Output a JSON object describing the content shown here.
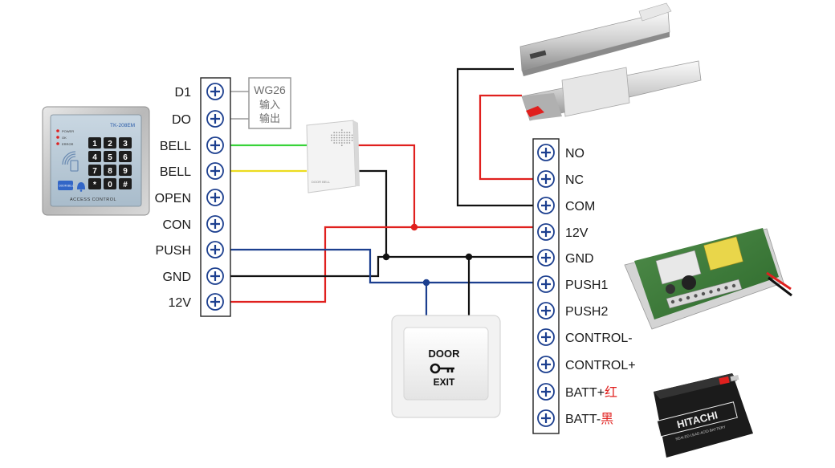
{
  "keypad": {
    "brand": "TK-208EM",
    "status_leds": [
      "POWER",
      "OK",
      "ERROR"
    ],
    "keys": [
      "1",
      "2",
      "3",
      "4",
      "5",
      "6",
      "7",
      "8",
      "9",
      "*",
      "0",
      "#"
    ],
    "doorbell_label": "DOOR BELL",
    "footer": "ACCESS CONTROL"
  },
  "left_terminals": [
    "D1",
    "DO",
    "BELL",
    "BELL",
    "OPEN",
    "CON",
    "PUSH",
    "GND",
    "12V"
  ],
  "wg26": {
    "line1": "WG26",
    "line2": "输入",
    "line3": "输出"
  },
  "doorbell_device": {
    "label": "DOOR BELL"
  },
  "exit_button": {
    "line1": "DOOR",
    "line2": "EXIT",
    "icon": "key-icon"
  },
  "right_terminals": [
    {
      "name": "NO",
      "note": ""
    },
    {
      "name": "NC",
      "note": ""
    },
    {
      "name": "COM",
      "note": ""
    },
    {
      "name": "12V",
      "note": ""
    },
    {
      "name": "GND",
      "note": ""
    },
    {
      "name": "PUSH1",
      "note": ""
    },
    {
      "name": "PUSH2",
      "note": ""
    },
    {
      "name": "CONTROL-",
      "note": ""
    },
    {
      "name": "CONTROL+",
      "note": ""
    },
    {
      "name": "BATT+",
      "note": "红"
    },
    {
      "name": "BATT-",
      "note": "黑"
    }
  ],
  "battery": {
    "brand": "HITACHI",
    "subtitle": "SEALED LEAD ACID BATTERY"
  },
  "colors": {
    "red": "#e0201e",
    "black": "#111111",
    "blue": "#1c3f8f",
    "green": "#39d33a",
    "yellow": "#ecdc1f",
    "gray": "#9a9a9a",
    "note_red": "#e0201e"
  }
}
